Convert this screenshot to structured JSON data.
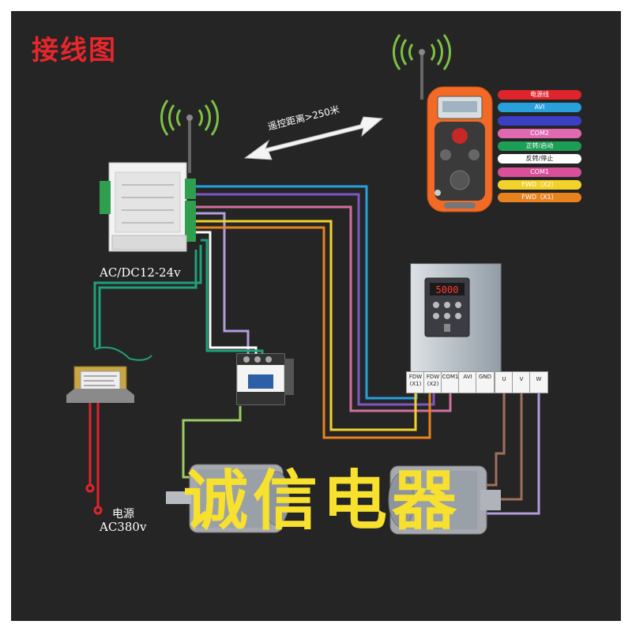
{
  "title": "接线图",
  "controller_label": "AC/DC12-24v",
  "power_label_line1": "电源",
  "power_label_line2": "AC380v",
  "range_label": "遥控距离>250米",
  "brand_text": "诚信电器",
  "legend": [
    {
      "label": "电源线",
      "color": "#e0242b"
    },
    {
      "label": "AVI",
      "color": "#27a0dc"
    },
    {
      "label": "",
      "color": "#3b3fc4"
    },
    {
      "label": "COM2",
      "color": "#e06ab0"
    },
    {
      "label": "正转/启动",
      "color": "#1d9e55"
    },
    {
      "label": "反转/停止",
      "color": "#ffffff"
    },
    {
      "label": "COM1",
      "color": "#d8509a"
    },
    {
      "label": "FWD（X2）",
      "color": "#f2d22a"
    },
    {
      "label": "FWD（X1）",
      "color": "#e8821e"
    }
  ],
  "terminals_inverter": [
    "FDW (X1)",
    "FDW (X2)",
    "COM1",
    "AVI",
    "GND"
  ],
  "terminals_motor": [
    "U",
    "V",
    "W"
  ],
  "inverter_display": "5000",
  "colors": {
    "background": "#252525",
    "title": "#e8262b",
    "brand": "#f7e12e",
    "teal": "#1fa07a",
    "red": "#e0242b",
    "blue": "#27a0dc",
    "pink": "#d0709e",
    "yellow": "#f2d22a",
    "orange": "#e8821e",
    "lavender": "#b39ddb",
    "purple": "#7e57c2",
    "brown": "#a0705a",
    "white": "#ffffff",
    "green_light": "#9ccc65"
  },
  "icons": [
    "antenna-signal-icon",
    "double-arrow-icon",
    "remote-control-icon",
    "relay-module-icon",
    "transformer-icon",
    "contactor-icon",
    "inverter-icon",
    "motor-icon"
  ]
}
